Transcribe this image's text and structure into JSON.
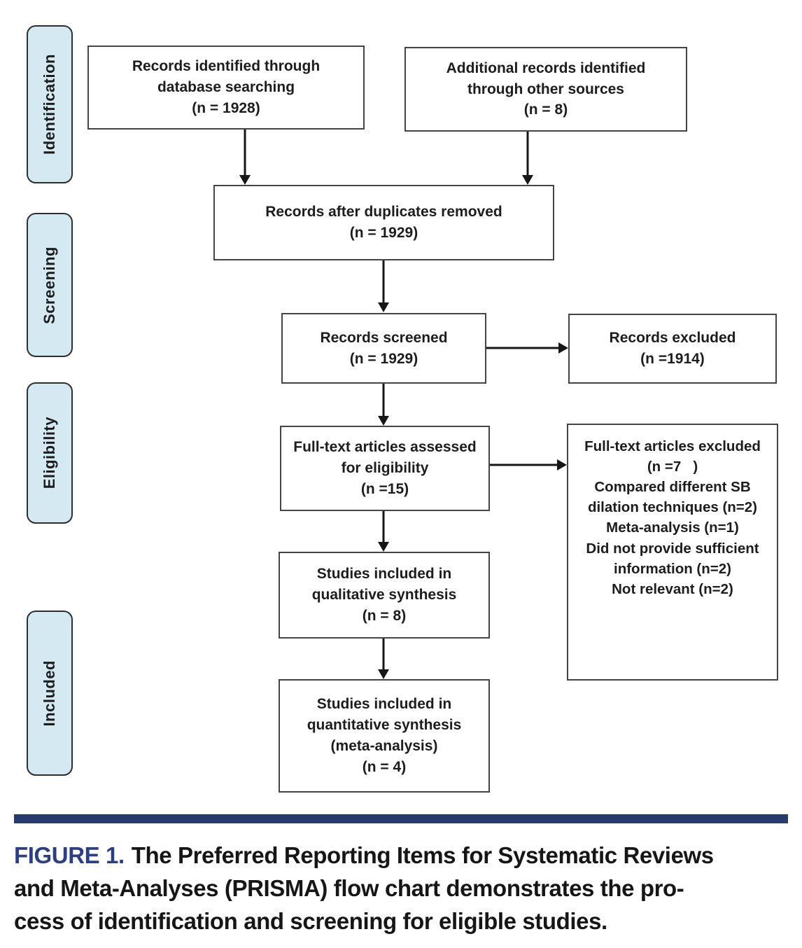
{
  "colors": {
    "stage_fill": "#d5e9f3",
    "stage_border": "#2e2e2e",
    "box_border": "#454545",
    "arrow": "#161616",
    "rule_navy": "#293a6d",
    "caption_label_navy": "#2c3f80"
  },
  "stages": [
    {
      "label": "Identification"
    },
    {
      "label": "Screening"
    },
    {
      "label": "Eligibility"
    },
    {
      "label": "Included"
    }
  ],
  "boxes": {
    "records_db": "Records identified through\ndatabase searching\n(n = 1928)",
    "records_other": "Additional records identified\nthrough other sources\n(n = 8)",
    "duplicates": "Records after duplicates removed\n(n = 1929)",
    "screened": "Records screened\n(n = 1929)",
    "excluded": "Records excluded\n(n =1914)",
    "fulltext": "Full-text articles assessed\nfor eligibility\n(n =15)",
    "fulltext_excluded": "Full-text articles excluded\n(n =7   )\nCompared different SB\ndilation techniques (n=2)\nMeta-analysis (n=1)\nDid not provide sufficient\ninformation (n=2)\nNot relevant (n=2)",
    "qualitative": "Studies included in\nqualitative synthesis\n(n = 8)",
    "quantitative": "Studies included in\nquantitative synthesis\n(meta-analysis)\n(n = 4)"
  },
  "arrows": [
    {
      "from": "records_db",
      "to": "duplicates"
    },
    {
      "from": "records_other",
      "to": "duplicates"
    },
    {
      "from": "duplicates",
      "to": "screened"
    },
    {
      "from": "screened",
      "to": "excluded"
    },
    {
      "from": "screened",
      "to": "fulltext"
    },
    {
      "from": "fulltext",
      "to": "fulltext_excluded"
    },
    {
      "from": "fulltext",
      "to": "qualitative"
    },
    {
      "from": "qualitative",
      "to": "quantitative"
    }
  ],
  "caption": {
    "label": "FIGURE 1.",
    "line1": "The Preferred Reporting Items for Systematic Reviews",
    "line2": "and Meta-Analyses (PRISMA) flow chart demonstrates the pro-",
    "line3": "cess of identification and screening for eligible studies."
  }
}
